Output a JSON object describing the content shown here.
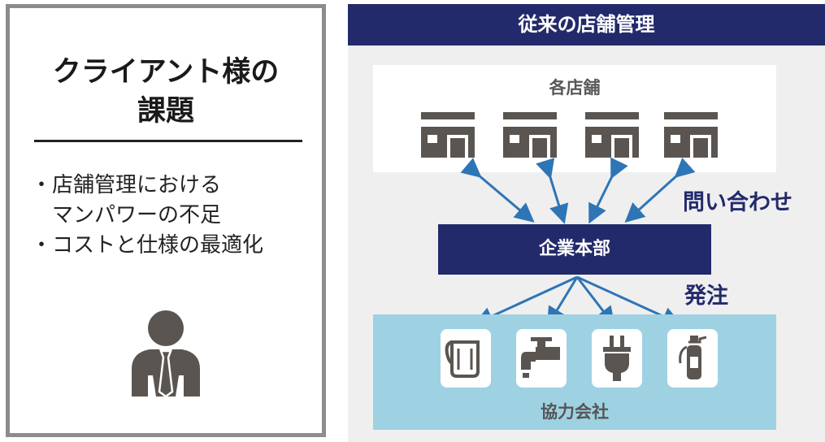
{
  "left_panel": {
    "title_line1": "クライアント様の",
    "title_line2": "課題",
    "issues": [
      "・店舗管理における",
      "マンパワーの不足",
      "・コストと仕様の最適化"
    ],
    "person_icon": "businessman-icon"
  },
  "right_panel": {
    "header": "従来の店舗管理",
    "stores_label": "各店舗",
    "store_icon": "storefront-icon",
    "hq_label": "企業本部",
    "inquiry_label": "問い合わせ",
    "order_label": "発注",
    "partners_label": "協力会社",
    "partner_icons": [
      "cleaning-cloth-icon",
      "faucet-icon",
      "power-plug-icon",
      "fire-extinguisher-icon"
    ]
  },
  "colors": {
    "navy": "#232a6b",
    "arrow_blue": "#2e75b6",
    "partners_bg": "#9ed2e3",
    "panel_bg": "#efefef",
    "icon_gray": "#5a5550"
  }
}
